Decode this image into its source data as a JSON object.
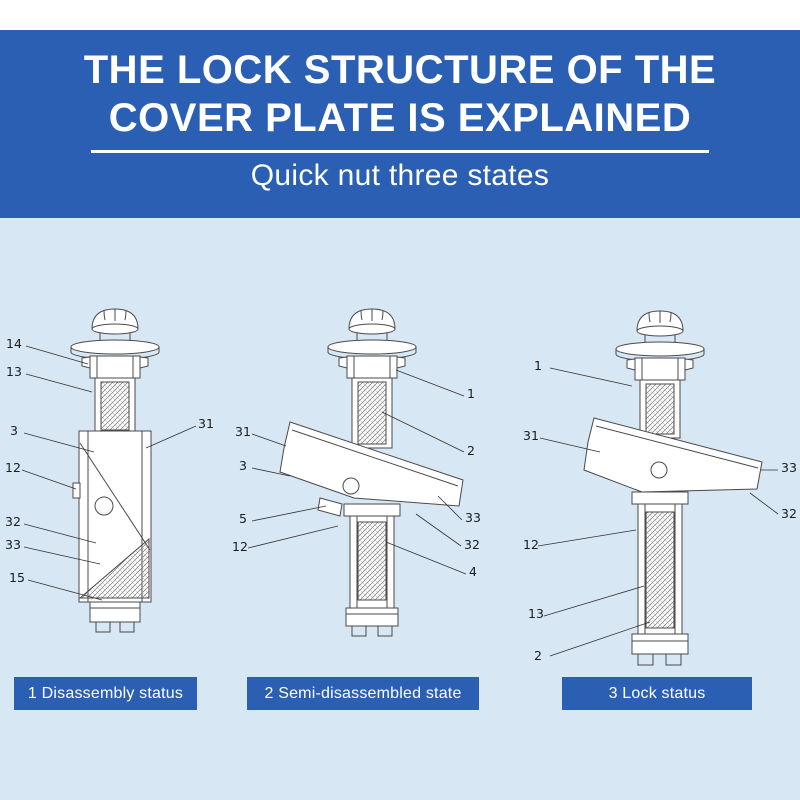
{
  "colors": {
    "banner_blue": "#2b5fb4",
    "background": "#d8e7f4",
    "text_on_banner": "#ffffff",
    "line_art": "#4a4a4a"
  },
  "banner": {
    "title_line1": "THE LOCK STRUCTURE OF THE",
    "title_line2": "COVER PLATE IS EXPLAINED",
    "subtitle": "Quick nut three states"
  },
  "diagrams": [
    {
      "caption": "1 Disassembly status",
      "labels": [
        "14",
        "13",
        "3",
        "12",
        "32",
        "33",
        "15",
        "31"
      ]
    },
    {
      "caption": "2 Semi-disassembled state",
      "labels": [
        "31",
        "3",
        "5",
        "12",
        "1",
        "2",
        "33",
        "32",
        "4"
      ]
    },
    {
      "caption": "3 Lock status",
      "labels": [
        "1",
        "31",
        "12",
        "13",
        "2",
        "33",
        "32"
      ]
    }
  ]
}
